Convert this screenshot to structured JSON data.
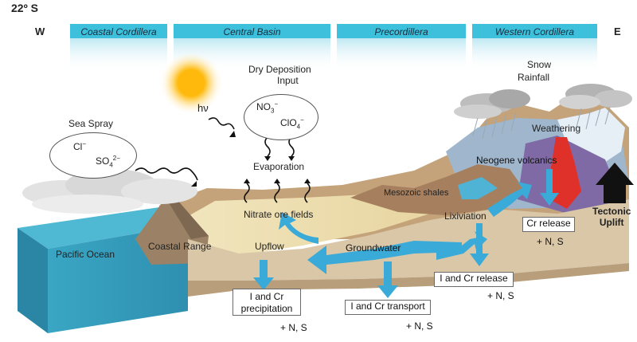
{
  "header": {
    "latitude": "22º S",
    "west": "W",
    "east": "E",
    "regions": [
      "Coastal Cordillera",
      "Central Basin",
      "Precordillera",
      "Western Cordillera"
    ]
  },
  "labels": {
    "dry_deposition_line1": "Dry Deposition",
    "dry_deposition_line2": "Input",
    "sun_symbol": "hν",
    "sea_spray": "Sea Spray",
    "chloride": "Cl",
    "chloride_charge": "−",
    "sulfate_base": "SO",
    "sulfate_sub": "4",
    "sulfate_charge": "2−",
    "nitrate_base": "NO",
    "nitrate_sub": "3",
    "nitrate_charge": "−",
    "perchlorate_base": "ClO",
    "perchlorate_sub": "4",
    "perchlorate_charge": "−",
    "evaporation": "Evaporation",
    "nitrate_ore_fields": "Nitrate ore fields",
    "snow": "Snow",
    "rainfall": "Rainfall",
    "weathering": "Weathering",
    "neogene_volcanics": "Neogene volcanics",
    "mesozoic_shales": "Mesozoic shales",
    "lixiviation": "Lixiviation",
    "tectonic_line1": "Tectonic",
    "tectonic_line2": "Uplift",
    "pacific_ocean": "Pacific Ocean",
    "coastal_range": "Coastal Range",
    "upflow": "Upflow",
    "groundwater": "Groundwater"
  },
  "boxes": {
    "cr_release": "Cr release",
    "i_cr_release": "I and Cr release",
    "i_cr_transport": "I and Cr transport",
    "i_cr_precip_line1": "I and Cr",
    "i_cr_precip_line2": "precipitation",
    "plus_ns": "+ N, S"
  },
  "colors": {
    "band": "#3cc0dc",
    "sky_band": "#c8ecf5",
    "arrow_blue": "#3aaad8",
    "ocean": "#3aa6c4",
    "volcanic_red": "#e0302a",
    "volcanic_purple": "#7f6aa6"
  }
}
